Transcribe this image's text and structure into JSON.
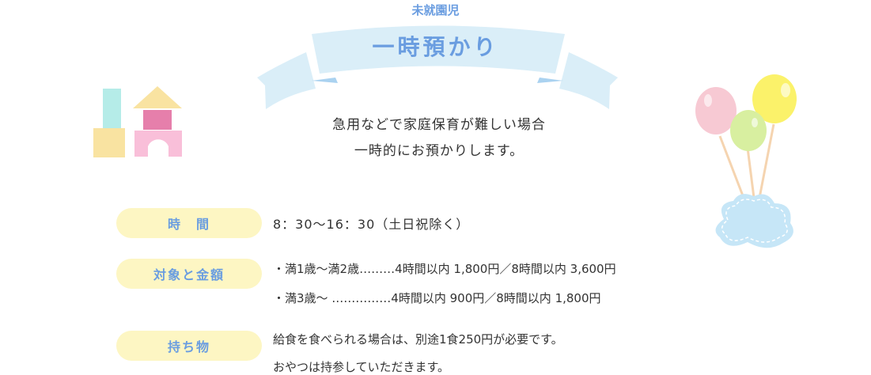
{
  "header": {
    "subtitle": "未就園児",
    "title": "一時預かり"
  },
  "description": [
    "急用などで家庭保育が難しい場合",
    "一時的にお預かりします。"
  ],
  "info": [
    {
      "label": "時　間",
      "lines": [
        "8：30〜16：30（土日祝除く）"
      ]
    },
    {
      "label": "対象と金額",
      "lines": [
        "・満1歳〜満2歳………4時間以内 1,800円／8時間以内 3,600円",
        "・満3歳〜 ……………4時間以内 900円／8時間以内 1,800円"
      ]
    },
    {
      "label": "持ち物",
      "lines": [
        "給食を食べられる場合は、別途1食250円が必要です。",
        "おやつは持参していただきます。"
      ]
    }
  ],
  "colors": {
    "accent": "#6a9de0",
    "ribbon": "#daeef8",
    "pill": "#fdf6c3"
  }
}
